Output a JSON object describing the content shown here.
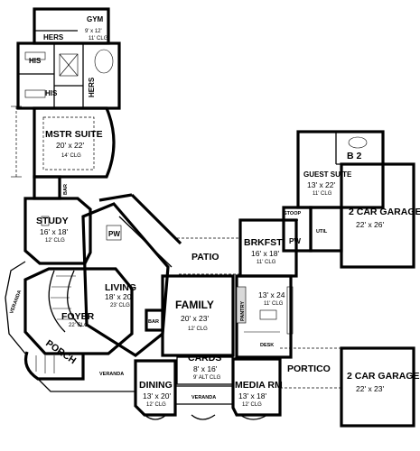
{
  "rooms": {
    "gym": {
      "name": "GYM",
      "dim": "9' x 12'",
      "clg": "11' CLG"
    },
    "hers_closet_top": {
      "name": "HERS"
    },
    "his_closet": {
      "name": "HIS"
    },
    "hers_bath": {
      "name": "HERS"
    },
    "his_bath": {
      "name": "HIS"
    },
    "master_suite": {
      "name": "MSTR SUITE",
      "dim": "20' x 22'",
      "clg": "14' CLG"
    },
    "bar_upper": {
      "name": "BAR"
    },
    "study": {
      "name": "STUDY",
      "dim": "16' x 18'",
      "clg": "12' CLG"
    },
    "pw_left": {
      "name": "PW"
    },
    "veranda_left": {
      "name": "VERANDA"
    },
    "living": {
      "name": "LIVING",
      "dim": "18' x 20'",
      "clg": "23' CLG"
    },
    "foyer": {
      "name": "FOYER",
      "clg": "22' CLG"
    },
    "porch": {
      "name": "PORCH"
    },
    "veranda_bottom_left": {
      "name": "VERANDA"
    },
    "bar_center": {
      "name": "BAR"
    },
    "patio": {
      "name": "PATIO"
    },
    "family": {
      "name": "FAMILY",
      "dim": "20' x 23'",
      "clg": "12' CLG"
    },
    "cards": {
      "name": "CARDS",
      "dim": "8' x 16'",
      "clg": "9' ALT CLG"
    },
    "dining": {
      "name": "DINING",
      "dim": "13' x 20'",
      "clg": "12' CLG"
    },
    "veranda_bottom": {
      "name": "VERANDA"
    },
    "media": {
      "name": "MEDIA RM",
      "dim": "13' x 18'",
      "clg": "12' CLG"
    },
    "brkfst": {
      "name": "BRKFST",
      "dim": "16' x 18'",
      "clg": "11' CLG"
    },
    "kitchen": {
      "dim": "13' x 24",
      "clg": "11' CLG"
    },
    "pantry": {
      "name": "PANTRY"
    },
    "desk": {
      "name": "DESK"
    },
    "stoop": {
      "name": "STOOP"
    },
    "pw_right": {
      "name": "PW"
    },
    "util": {
      "name": "UTIL"
    },
    "b2": {
      "name": "B 2"
    },
    "guest_suite": {
      "name": "GUEST SUITE",
      "dim": "13' x 22'",
      "clg": "11' CLG"
    },
    "garage_upper": {
      "name": "2 CAR GARAGE",
      "dim": "22' x 26'"
    },
    "portico": {
      "name": "PORTICO"
    },
    "garage_lower": {
      "name": "2 CAR GARAGE",
      "dim": "22' x 23'"
    }
  }
}
